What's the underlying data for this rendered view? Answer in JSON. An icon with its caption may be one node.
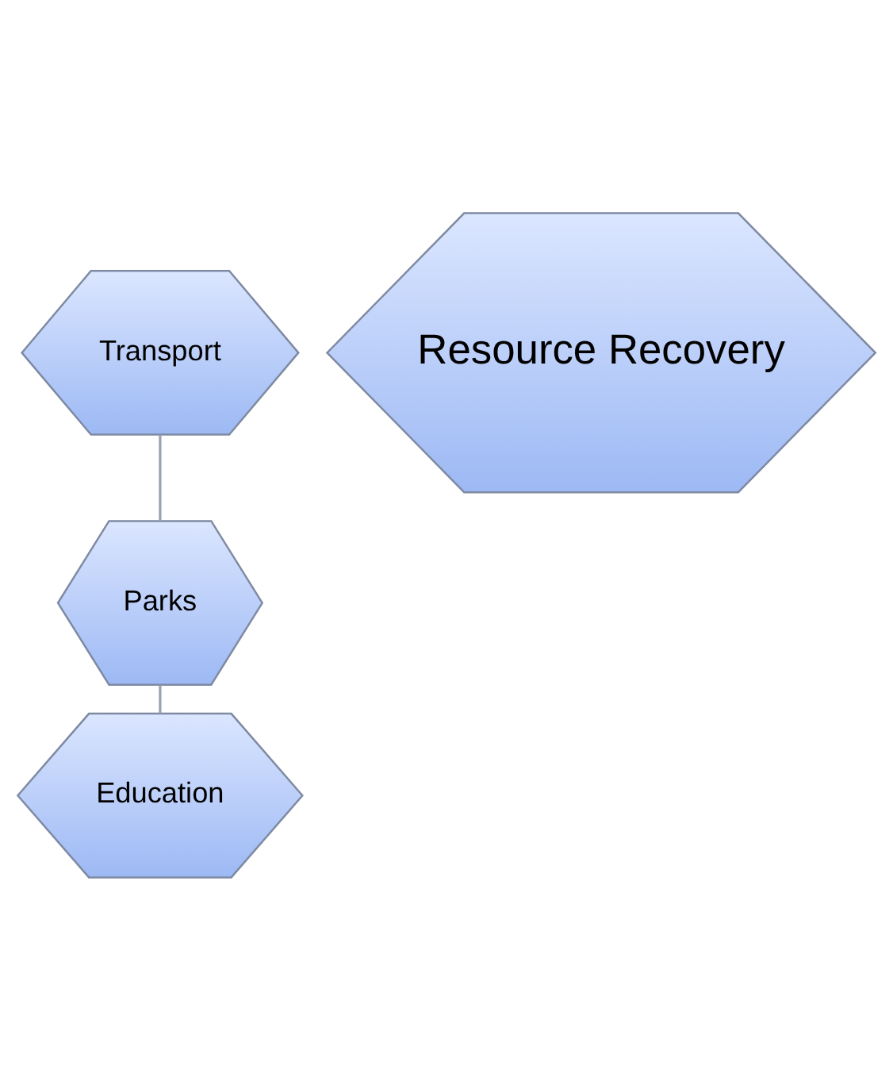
{
  "diagram": {
    "nodes": [
      {
        "text": [
          "Transport"
        ]
      },
      {
        "text": [
          "Resource Recovery"
        ]
      },
      {
        "text": [
          "Parks"
        ]
      },
      {
        "text": [
          "Education"
        ]
      }
    ],
    "edges": [
      {
        "from": 0,
        "to": 2,
        "arrow": "none"
      },
      {
        "from": 2,
        "to": 3,
        "arrow": "none"
      }
    ]
  }
}
